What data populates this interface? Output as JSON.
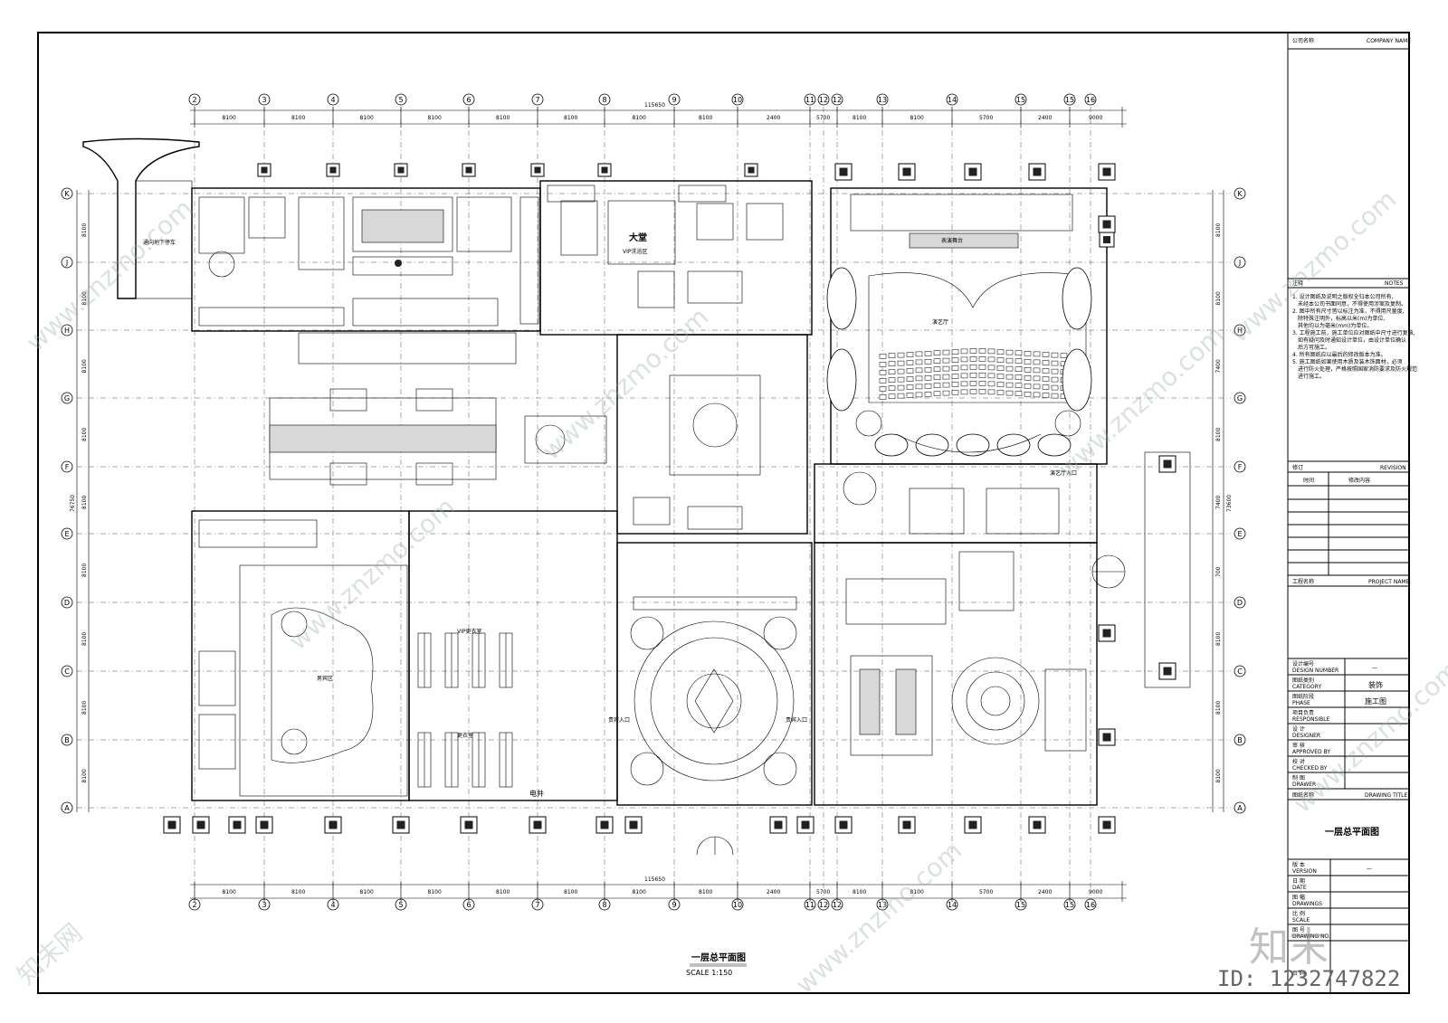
{
  "title_block": {
    "company_label": "公司名称",
    "company_label_en": "COMPANY NAME",
    "notes_label": "注释",
    "notes_label_en": "NOTES",
    "notes": [
      "1. 设计图纸及说明之版权全归本公司所有,",
      "未经本公司书面同意，不得使用涉案及复制。",
      "2. 图中所有尺寸皆以标注为准，不得用尺量度,",
      "除特殊注明外，标高以米(m)为单位,",
      "其他均以为毫米(mm)为单位。",
      "3. 工程施工前，施工单位应对图纸中尺寸进行复核,",
      "如有疑问及时通知设计单位，由设计单位确认",
      "后方可施工。",
      "4. 所有图纸应以最后的修改版本为准。",
      "5. 施工图纸如果使用木质及装木饰面材，必须",
      "进行防火处理，严格按照国家消防要求及防火规范",
      "进行施工。"
    ],
    "revision_label": "修订",
    "revision_label_en": "REVISION",
    "revision_time": "时间",
    "revision_content": "修改内容",
    "project_label": "工程名称",
    "project_label_en": "PROJECT NAME",
    "fields": [
      {
        "cn": "设计编号",
        "en": "DESIGN NUMBER",
        "value": "—"
      },
      {
        "cn": "图纸类别",
        "en": "CATEGORY",
        "value": "装饰"
      },
      {
        "cn": "图纸阶段",
        "en": "PHASE",
        "value": "施工图"
      },
      {
        "cn": "项目负责",
        "en": "RESPONSIBLE",
        "value": ""
      },
      {
        "cn": "设 计",
        "en": "DESIGNER",
        "value": ""
      },
      {
        "cn": "审 核",
        "en": "APPROVED BY",
        "value": ""
      },
      {
        "cn": "校 对",
        "en": "CHECKED BY",
        "value": ""
      },
      {
        "cn": "制 图",
        "en": "DRAWER",
        "value": ""
      }
    ],
    "drawing_title_label": "图纸名称",
    "drawing_title_label_en": "DRAWING TITLE",
    "drawing_title": "一层总平面图",
    "bottom_fields": [
      {
        "cn": "版 本",
        "en": "VERSION",
        "value": "—"
      },
      {
        "cn": "日 期",
        "en": "DATE",
        "value": ""
      },
      {
        "cn": "图 幅",
        "en": "DRAWINGS",
        "value": ""
      },
      {
        "cn": "比 例",
        "en": "SCALE",
        "value": ""
      },
      {
        "cn": "图 号",
        "en": "DRAWING NO.",
        "value": ""
      },
      {
        "cn": "页 码",
        "en": "",
        "value": ""
      }
    ]
  },
  "plan": {
    "caption": "一层总平面图",
    "scale": "SCALE  1:150",
    "total_dim": "115650",
    "grid_cols": [
      "2",
      "3",
      "4",
      "5",
      "6",
      "7",
      "8",
      "9",
      "10",
      "11",
      "12",
      "12",
      "13",
      "14",
      "15",
      "15",
      "16"
    ],
    "grid_rows": [
      "K",
      "J",
      "H",
      "G",
      "F",
      "E",
      "D",
      "C",
      "B",
      "A"
    ],
    "top_dims": [
      "8100",
      "8100",
      "8100",
      "8100",
      "8100",
      "8100",
      "8100",
      "8100",
      "2400",
      "5700",
      "8100",
      "8100",
      "5700",
      "2400",
      "9000"
    ],
    "left_dims": [
      "8100",
      "8100",
      "8100",
      "8100",
      "8100",
      "8100",
      "8100",
      "8100",
      "8100"
    ],
    "left_total": "76750",
    "right_dims": [
      "8100",
      "8100",
      "7400",
      "8100",
      "7400",
      "700",
      "8100",
      "8100",
      "8100"
    ],
    "right_total": "73600",
    "labels": {
      "underground_parking": "通向地下停车",
      "lobby": "大堂",
      "vip_lounge": "VIP洗浴区",
      "stage": "表演舞台",
      "theater": "演艺厅",
      "theater_entrance": "演艺厅入口",
      "vip_locker": "VIP更衣室",
      "locker": "更衣室",
      "rest_area": "男宾区",
      "elec_well": "电井",
      "main_entrance_l": "贵宾入口",
      "main_entrance_r": "贵宾入口"
    }
  },
  "watermark": {
    "site": "www.znzmo.com",
    "brand_cn": "知末",
    "brand_net": "知末网",
    "id": "ID: 1232747822"
  }
}
